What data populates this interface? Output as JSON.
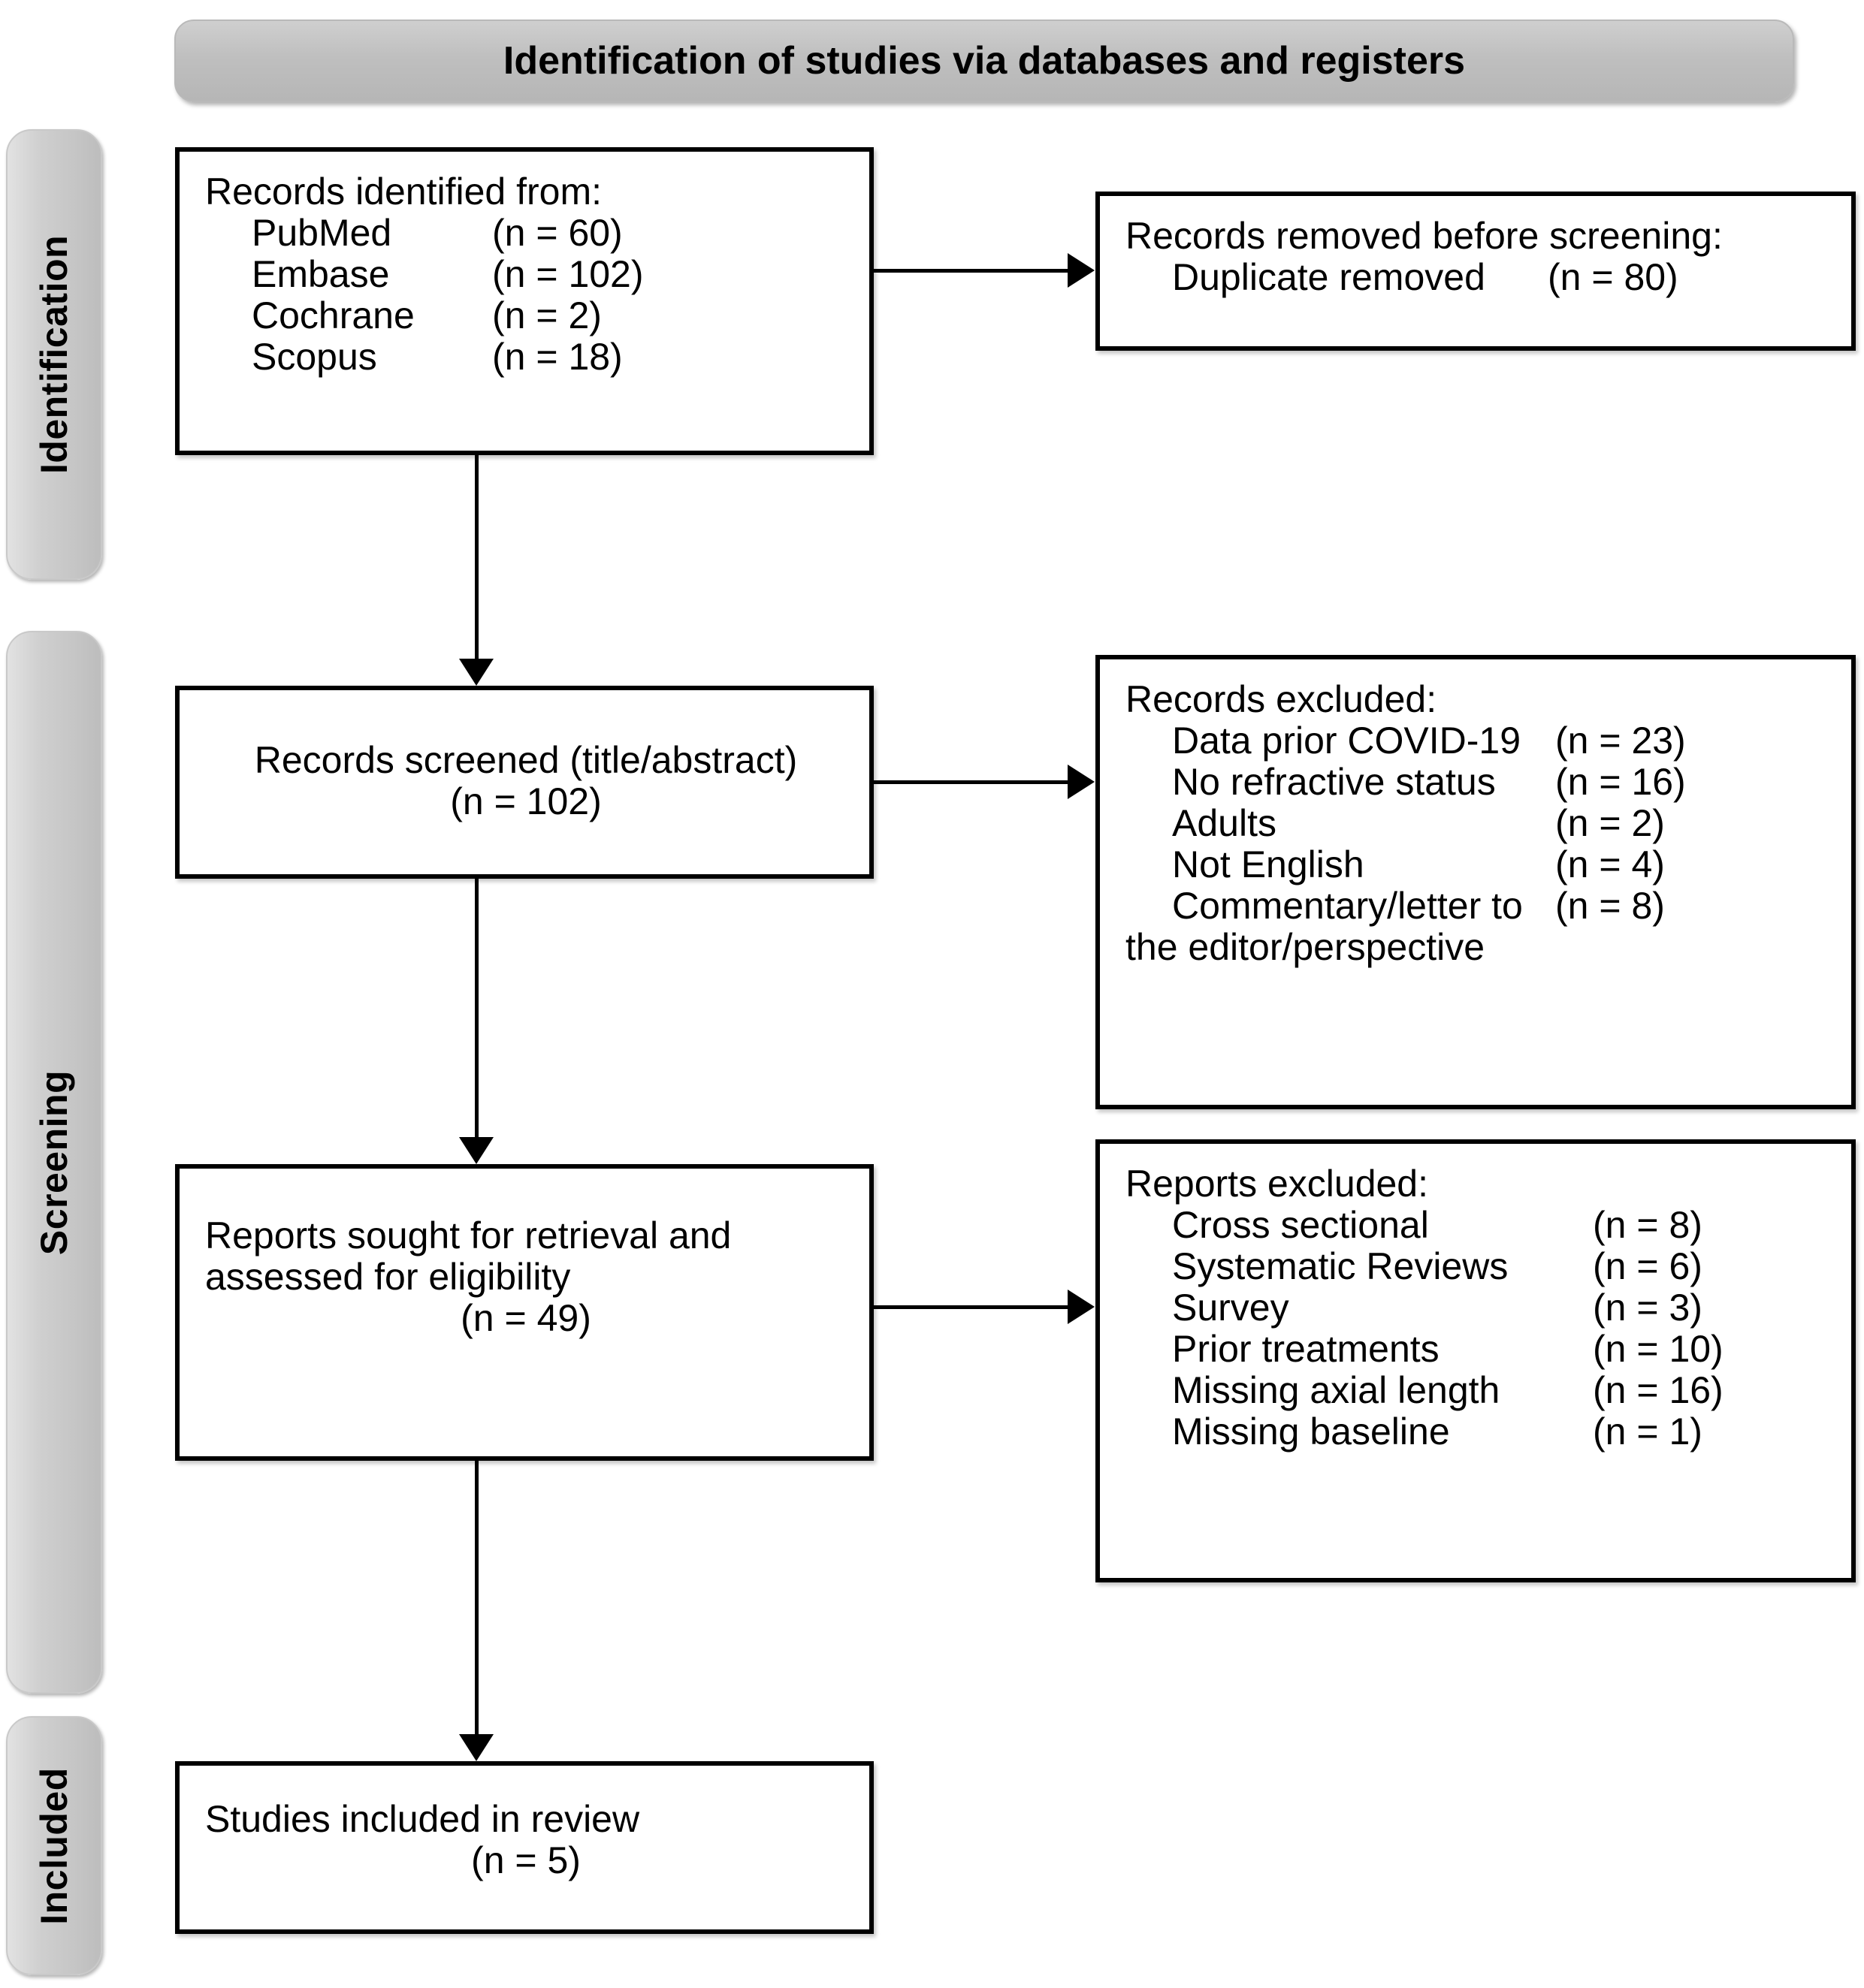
{
  "header": {
    "title": "Identification of studies via databases and registers"
  },
  "phases": [
    {
      "id": "identification",
      "label": "Identification"
    },
    {
      "id": "screening",
      "label": "Screening"
    },
    {
      "id": "included",
      "label": "Included"
    }
  ],
  "boxes": {
    "records_identified": {
      "title": "Records identified from:",
      "sources": [
        {
          "name": "PubMed",
          "count": "(n = 60)"
        },
        {
          "name": "Embase",
          "count": "(n = 102)"
        },
        {
          "name": "Cochrane",
          "count": "(n = 2)"
        },
        {
          "name": "Scopus",
          "count": "(n = 18)"
        }
      ]
    },
    "records_removed": {
      "title": "Records removed before screening:",
      "items": [
        {
          "name": "Duplicate removed",
          "count": "(n = 80)"
        }
      ]
    },
    "records_screened": {
      "line1": "Records screened (title/abstract)",
      "line2": "(n = 102)"
    },
    "records_excluded": {
      "title": "Records excluded:",
      "items": [
        {
          "name": "Data prior COVID-19",
          "count": "(n = 23)"
        },
        {
          "name": "No refractive status",
          "count": "(n = 16)"
        },
        {
          "name": "Adults",
          "count": "(n = 2)"
        },
        {
          "name": "Not English",
          "count": "(n = 4)"
        },
        {
          "name": "Commentary/letter to",
          "count": "(n = 8)"
        }
      ],
      "continuation": "the editor/perspective"
    },
    "reports_sought": {
      "line1": "Reports sought for retrieval and",
      "line2": "assessed for eligibility",
      "line3": "(n = 49)"
    },
    "reports_excluded": {
      "title": "Reports excluded:",
      "items": [
        {
          "name": "Cross sectional",
          "count": "(n = 8)"
        },
        {
          "name": "Systematic Reviews",
          "count": "(n = 6)"
        },
        {
          "name": "Survey",
          "count": "(n = 3)"
        },
        {
          "name": "Prior treatments",
          "count": "(n = 10)"
        },
        {
          "name": "Missing axial length",
          "count": "(n = 16)"
        },
        {
          "name": "Missing baseline",
          "count": "(n = 1)"
        }
      ]
    },
    "studies_included": {
      "line1": "Studies included in review",
      "line2": "(n = 5)"
    }
  },
  "colors": {
    "bar_gray": "#c6c6c6",
    "banner_gray": "#bfbfbf",
    "box_border": "#000000",
    "page_background": "#ffffff"
  }
}
